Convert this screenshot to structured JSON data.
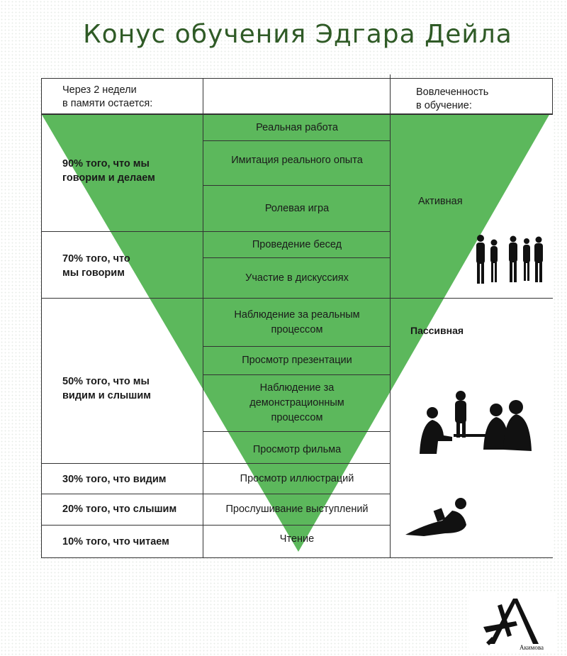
{
  "title": "Конус обучения Эдгара Дейла",
  "header": {
    "left": [
      "Через 2 недели",
      "в памяти остается:"
    ],
    "right": [
      "Вовлеченность",
      "в обучение:"
    ]
  },
  "retention": [
    [
      "90% того, что мы",
      "говорим и делаем"
    ],
    [
      "70% того, что",
      "мы говорим"
    ],
    [
      "50% того, что мы",
      "видим и слышим"
    ],
    [
      "30% того, что видим"
    ],
    [
      "20% того, что слышим"
    ],
    [
      "10% того, что читаем"
    ]
  ],
  "methods": [
    [
      "Реальная работа"
    ],
    [
      "Имитация реального опыта"
    ],
    [
      "Ролевая игра"
    ],
    [
      "Проведение бесед"
    ],
    [
      "Участие в дискуссиях"
    ],
    [
      "Наблюдение за реальным",
      "процессом"
    ],
    [
      "Просмотр презентации"
    ],
    [
      "Наблюдение за",
      "демонстрационным",
      "процессом"
    ],
    [
      "Просмотр фильма"
    ],
    [
      "Просмотр иллюстраций"
    ],
    [
      "Прослушивание выступлений"
    ],
    [
      "Чтение"
    ]
  ],
  "engagement": {
    "active": "Активная",
    "passive": "Пассивная"
  },
  "logo_text": "Акимова",
  "colors": {
    "cone": "#5cb85c",
    "title": "#2f5a26"
  }
}
